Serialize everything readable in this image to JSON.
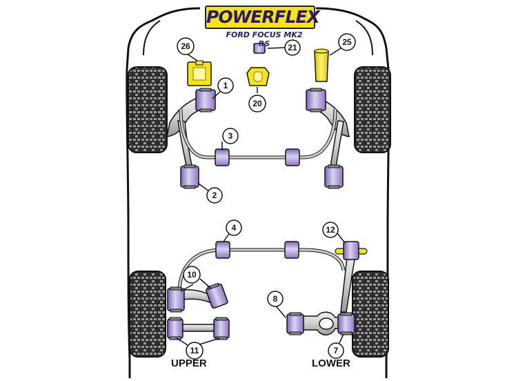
{
  "brand": {
    "logo_text": "POWERFLEX",
    "model": "FORD FOCUS MK2 RS"
  },
  "colors": {
    "bushing": "#b9a6de",
    "bushing_dark": "#7d66b6",
    "bushing_light": "#ddd2f2",
    "yellow": "#f7e31a",
    "metal": "#d9d9d9",
    "tyre": "#333333",
    "outline": "#111111"
  },
  "callouts": {
    "c1": "1",
    "c2": "2",
    "c3": "3",
    "c4": "4",
    "c7": "7",
    "c8": "8",
    "c10": "10",
    "c11": "11",
    "c12": "12",
    "c20": "20",
    "c21": "21",
    "c25": "25",
    "c26": "26"
  },
  "labels": {
    "upper": "UPPER",
    "lower": "LOWER"
  }
}
